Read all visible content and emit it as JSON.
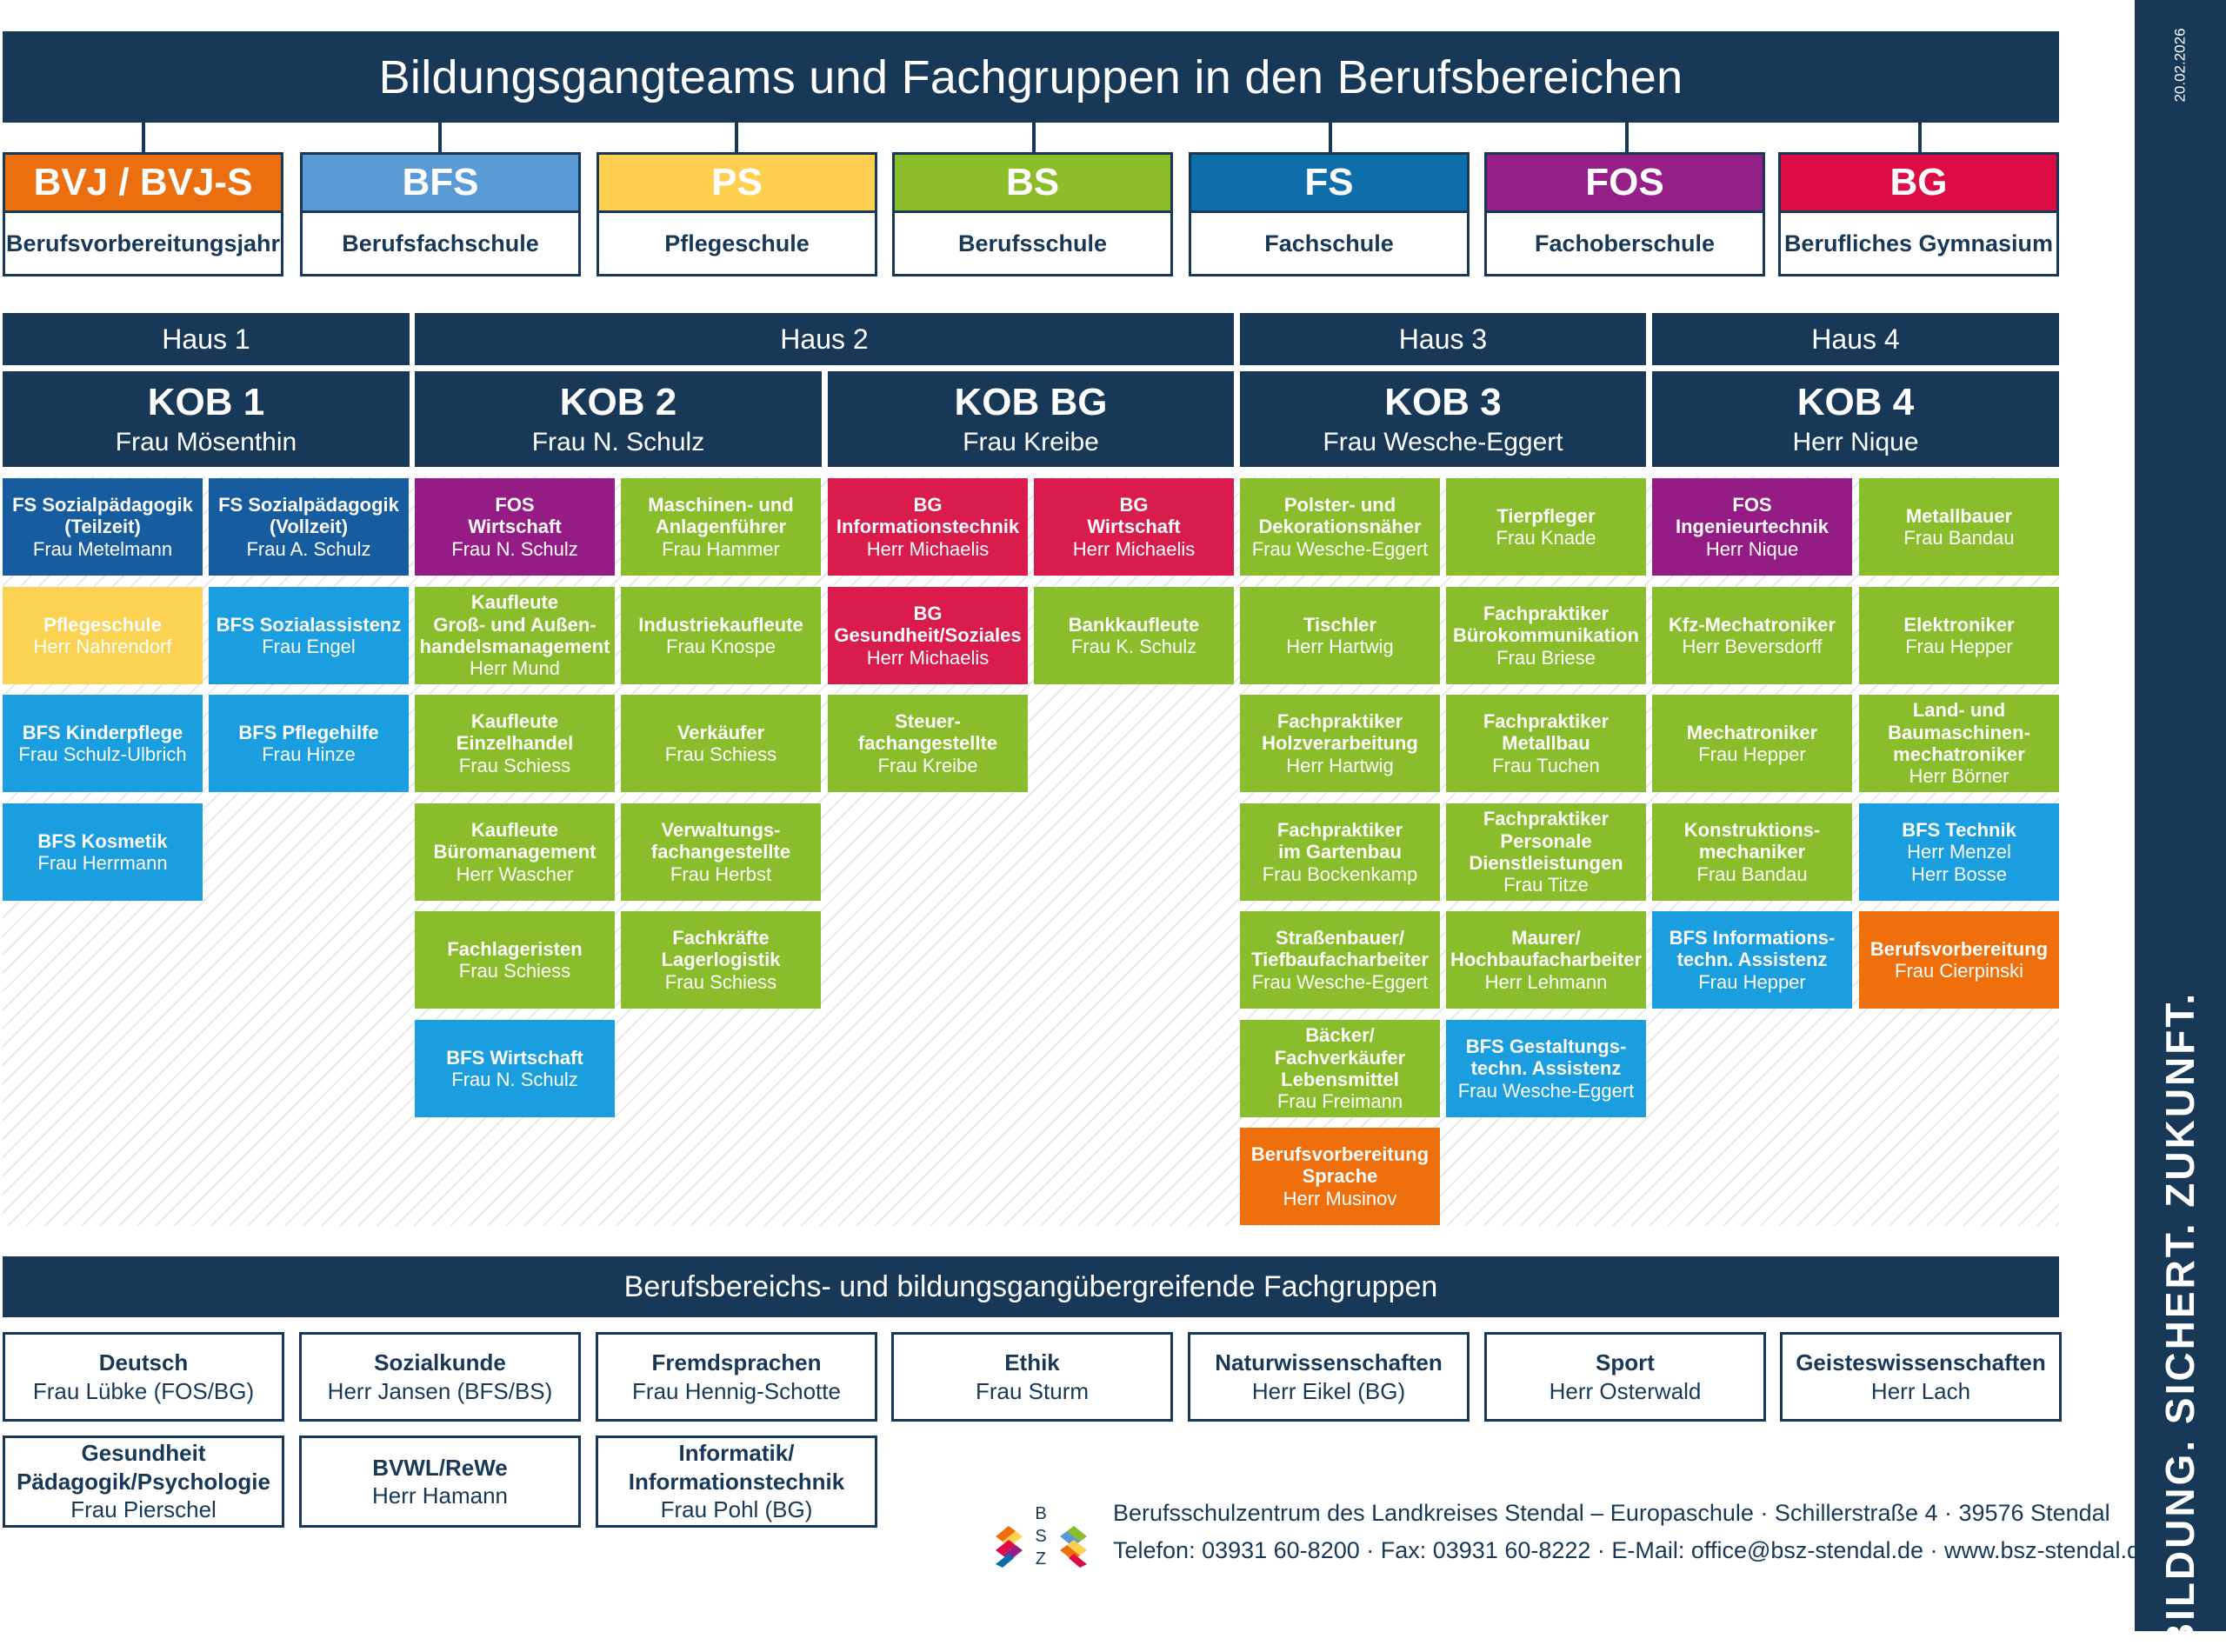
{
  "title": "Bildungsgangteams und Fachgruppen in den Berufsbereichen",
  "bereiche": [
    {
      "code": "BVJ / BVJ-S",
      "name": "Berufsvorbereitungsjahr",
      "color": "#ec6f0f"
    },
    {
      "code": "BFS",
      "name": "Berufsfachschule",
      "color": "#5b9bd5"
    },
    {
      "code": "PS",
      "name": "Pflegeschule",
      "color": "#ffd04f"
    },
    {
      "code": "BS",
      "name": "Berufsschule",
      "color": "#8bbd2b"
    },
    {
      "code": "FS",
      "name": "Fachschule",
      "color": "#0e6eaa"
    },
    {
      "code": "FOS",
      "name": "Fachoberschule",
      "color": "#941f86"
    },
    {
      "code": "BG",
      "name": "Berufliches Gymnasium",
      "color": "#dc0d45"
    }
  ],
  "haeuser": [
    "Haus 1",
    "Haus 2",
    "Haus 3",
    "Haus 4"
  ],
  "kobs": [
    {
      "title": "KOB 1",
      "person": "Frau Mösenthin"
    },
    {
      "title": "KOB 2",
      "person": "Frau N. Schulz"
    },
    {
      "title": "KOB BG",
      "person": "Frau Kreibe"
    },
    {
      "title": "KOB 3",
      "person": "Frau Wesche-Eggert"
    },
    {
      "title": "KOB 4",
      "person": "Herr Nique"
    }
  ],
  "colors": {
    "navy": "#173857",
    "fs_blue": "#165c9e",
    "bfs_light": "#1a9ee0",
    "pflege_yellow": "#fcd252",
    "bs_green": "#8abd2b",
    "fos_purple": "#951c85",
    "bg_red": "#d91c4b",
    "orange": "#ee6f0c"
  },
  "columns": [
    [
      {
        "title": "FS Sozialpädagogik\n(Teilzeit)",
        "person": "Frau Metelmann",
        "color": "#165c9e"
      },
      {
        "title": "Pflegeschule",
        "person": "Herr Nahrendorf",
        "color": "#fcd252"
      },
      {
        "title": "BFS Kinderpflege",
        "person": "Frau Schulz-Ulbrich",
        "color": "#1a9ee0"
      },
      {
        "title": "BFS Kosmetik",
        "person": "Frau Herrmann",
        "color": "#1a9ee0"
      }
    ],
    [
      {
        "title": "FS Sozialpädagogik\n(Vollzeit)",
        "person": "Frau A. Schulz",
        "color": "#165c9e"
      },
      {
        "title": "BFS Sozialassistenz",
        "person": "Frau Engel",
        "color": "#1a9ee0"
      },
      {
        "title": "BFS Pflegehilfe",
        "person": "Frau Hinze",
        "color": "#1a9ee0"
      }
    ],
    [
      {
        "title": "FOS\nWirtschaft",
        "person": "Frau N. Schulz",
        "color": "#951c85"
      },
      {
        "title": "Kaufleute\nGroß- und Außen-\nhandelsmanagement",
        "person": "Herr Mund",
        "color": "#8abd2b"
      },
      {
        "title": "Kaufleute\nEinzelhandel",
        "person": "Frau Schiess",
        "color": "#8abd2b"
      },
      {
        "title": "Kaufleute\nBüromanagement",
        "person": "Herr Wascher",
        "color": "#8abd2b"
      },
      {
        "title": "Fachlageristen",
        "person": "Frau Schiess",
        "color": "#8abd2b"
      },
      {
        "title": "BFS Wirtschaft",
        "person": "Frau N. Schulz",
        "color": "#1a9ee0"
      }
    ],
    [
      {
        "title": "Maschinen- und\nAnlagenführer",
        "person": "Frau Hammer",
        "color": "#8abd2b"
      },
      {
        "title": "Industriekaufleute",
        "person": "Frau Knospe",
        "color": "#8abd2b"
      },
      {
        "title": "Verkäufer",
        "person": "Frau Schiess",
        "color": "#8abd2b"
      },
      {
        "title": "Verwaltungs-\nfachangestellte",
        "person": "Frau Herbst",
        "color": "#8abd2b"
      },
      {
        "title": "Fachkräfte\nLagerlogistik",
        "person": "Frau Schiess",
        "color": "#8abd2b"
      }
    ],
    [
      {
        "title": "BG\nInformationstechnik",
        "person": "Herr Michaelis",
        "color": "#d91c4b"
      },
      {
        "title": "BG\nGesundheit/Soziales",
        "person": "Herr Michaelis",
        "color": "#d91c4b"
      },
      {
        "title": "Steuer-\nfachangestellte",
        "person": "Frau Kreibe",
        "color": "#8abd2b"
      }
    ],
    [
      {
        "title": "BG\nWirtschaft",
        "person": "Herr Michaelis",
        "color": "#d91c4b"
      },
      {
        "title": "Bankkaufleute",
        "person": "Frau K. Schulz",
        "color": "#8abd2b"
      }
    ],
    [
      {
        "title": "Polster- und\nDekorationsnäher",
        "person": "Frau Wesche-Eggert",
        "color": "#8abd2b"
      },
      {
        "title": "Tischler",
        "person": "Herr Hartwig",
        "color": "#8abd2b"
      },
      {
        "title": "Fachpraktiker\nHolzverarbeitung",
        "person": "Herr Hartwig",
        "color": "#8abd2b"
      },
      {
        "title": "Fachpraktiker\nim Gartenbau",
        "person": "Frau Bockenkamp",
        "color": "#8abd2b"
      },
      {
        "title": "Straßenbauer/\nTiefbaufacharbeiter",
        "person": "Frau Wesche-Eggert",
        "color": "#8abd2b"
      },
      {
        "title": "Bäcker/\nFachverkäufer\nLebensmittel",
        "person": "Frau Freimann",
        "color": "#8abd2b"
      },
      {
        "title": "Berufsvorbereitung\nSprache",
        "person": "Herr Musinov",
        "color": "#ee6f0c"
      }
    ],
    [
      {
        "title": "Tierpfleger",
        "person": "Frau Knade",
        "color": "#8abd2b"
      },
      {
        "title": "Fachpraktiker\nBürokommunikation",
        "person": "Frau Briese",
        "color": "#8abd2b"
      },
      {
        "title": "Fachpraktiker\nMetallbau",
        "person": "Frau Tuchen",
        "color": "#8abd2b"
      },
      {
        "title": "Fachpraktiker\nPersonale\nDienstleistungen",
        "person": "Frau Titze",
        "color": "#8abd2b"
      },
      {
        "title": "Maurer/\nHochbaufacharbeiter",
        "person": "Herr Lehmann",
        "color": "#8abd2b"
      },
      {
        "title": "BFS Gestaltungs-\ntechn. Assistenz",
        "person": "Frau Wesche-Eggert",
        "color": "#1a9ee0"
      }
    ],
    [
      {
        "title": "FOS\nIngenieurtechnik",
        "person": "Herr Nique",
        "color": "#951c85"
      },
      {
        "title": "Kfz-Mechatroniker",
        "person": "Herr Beversdorff",
        "color": "#8abd2b"
      },
      {
        "title": "Mechatroniker",
        "person": "Frau Hepper",
        "color": "#8abd2b"
      },
      {
        "title": "Konstruktions-\nmechaniker",
        "person": "Frau Bandau",
        "color": "#8abd2b"
      },
      {
        "title": "BFS Informations-\ntechn. Assistenz",
        "person": "Frau Hepper",
        "color": "#1a9ee0"
      }
    ],
    [
      {
        "title": "Metallbauer",
        "person": "Frau Bandau",
        "color": "#8abd2b"
      },
      {
        "title": "Elektroniker",
        "person": "Frau Hepper",
        "color": "#8abd2b"
      },
      {
        "title": "Land- und\nBaumaschinen-\nmechatroniker",
        "person": "Herr Börner",
        "color": "#8abd2b"
      },
      {
        "title": "BFS Technik",
        "person": "Herr Menzel\nHerr Bosse",
        "color": "#1a9ee0"
      },
      {
        "title": "Berufsvorbereitung",
        "person": "Frau Cierpinski",
        "color": "#ee6f0c"
      }
    ]
  ],
  "cross_title": "Berufsbereichs- und bildungsgangübergreifende Fachgruppen",
  "fachgruppen": [
    {
      "title": "Deutsch",
      "person": "Frau Lübke (FOS/BG)"
    },
    {
      "title": "Sozialkunde",
      "person": "Herr Jansen (BFS/BS)"
    },
    {
      "title": "Fremdsprachen",
      "person": "Frau Hennig-Schotte"
    },
    {
      "title": "Ethik",
      "person": "Frau Sturm"
    },
    {
      "title": "Naturwissenschaften",
      "person": "Herr Eikel (BG)"
    },
    {
      "title": "Sport",
      "person": "Herr Osterwald"
    },
    {
      "title": "Geisteswissenschaften",
      "person": "Herr Lach"
    },
    {
      "title": "Gesundheit\nPädagogik/Psychologie",
      "person": "Frau Pierschel"
    },
    {
      "title": "BVWL/ReWe",
      "person": "Herr Hamann"
    },
    {
      "title": "Informatik/\nInformationstechnik",
      "person": "Frau Pohl (BG)"
    }
  ],
  "footer": {
    "line1": "Berufsschulzentrum des Landkreises Stendal – Europaschule · Schillerstraße 4 · 39576 Stendal",
    "line2": "Telefon: 03931 60-8200 · Fax: 03931 60-8222 · E-Mail: office@bsz-stendal.de · www.bsz-stendal.de",
    "logo_letters": [
      "B",
      "S",
      "Z"
    ]
  },
  "sidebar": {
    "date": "20.02.2026",
    "slogan": "BILDUNG. SICHERT. ZUKUNFT."
  }
}
